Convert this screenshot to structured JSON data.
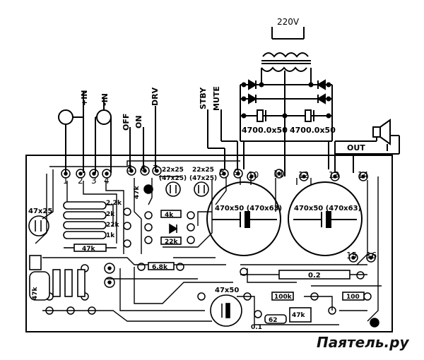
{
  "power": {
    "mains": "220V"
  },
  "caps": {
    "c1": "4700.0x50",
    "c2": "4700.0x50"
  },
  "signals": {
    "pin_in": "+IN",
    "neg_in": "-IN",
    "off": "OFF",
    "on": "ON",
    "drv": "DRV",
    "stby": "STBY",
    "mute": "MUTE",
    "out": "OUT"
  },
  "pins": [
    "1",
    "2",
    "3",
    "4",
    "5",
    "6",
    "7",
    "8",
    "9",
    "10",
    "11",
    "12",
    "13",
    "14",
    "15",
    "16"
  ],
  "parts": {
    "cap_47x25_left": "47x25",
    "cap_22x25_a": "22x25",
    "cap_47x25_a": "(47x25)",
    "cap_22x25_b": "22x25",
    "cap_47x25_b": "(47x25)",
    "big_cap_1": "470x50 (470x63)",
    "big_cap_2": "470x50 (470x63)",
    "r_22k_a": "2.2k",
    "r_2k": "2k",
    "r_22k_b": "22k",
    "r_1k": "1k",
    "r_47k": "47k",
    "r_4k": "4k",
    "r_22k_c": "22k",
    "r_68k": "6.8k",
    "r_02": "0.2",
    "cap_47x50": "47x50",
    "r_100k": "100k",
    "r_100": "100",
    "r_47_bot": "47k",
    "r_62": "62",
    "small_01": "0.1",
    "r_47k_side": "47k",
    "r_47k_vert": "47k"
  },
  "watermark": "Паятель.ру"
}
